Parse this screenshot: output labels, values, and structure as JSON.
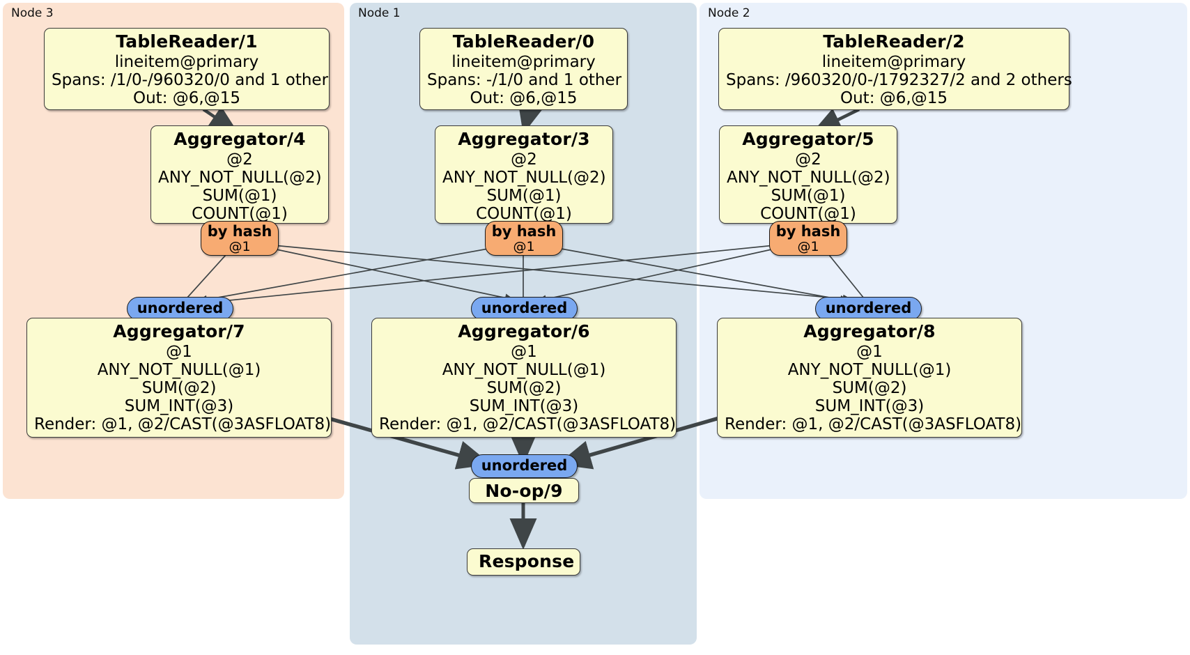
{
  "diagram": {
    "type": "distributed-query-plan",
    "colors": {
      "node3_panel": "#fce3d2",
      "node1_panel": "#d3e0ea",
      "node2_panel": "#eaf1fb",
      "processor_box": "#fbfbd0",
      "hash_pill": "#f7ab72",
      "unordered_pill": "#7aa8f0",
      "edge": "#3f4547"
    }
  },
  "nodes": [
    {
      "id": "node3",
      "label": "Node 3"
    },
    {
      "id": "node1",
      "label": "Node 1"
    },
    {
      "id": "node2",
      "label": "Node 2"
    }
  ],
  "processors": {
    "table_reader_1": {
      "title": "TableReader/1",
      "lines": [
        "lineitem@primary",
        "Spans: /1/0-/960320/0 and 1 other",
        "Out: @6,@15"
      ]
    },
    "table_reader_0": {
      "title": "TableReader/0",
      "lines": [
        "lineitem@primary",
        "Spans: -/1/0 and 1 other",
        "Out: @6,@15"
      ]
    },
    "table_reader_2": {
      "title": "TableReader/2",
      "lines": [
        "lineitem@primary",
        "Spans: /960320/0-/1792327/2 and 2 others",
        "Out: @6,@15"
      ]
    },
    "aggregator_4": {
      "title": "Aggregator/4",
      "lines": [
        "@2",
        "ANY_NOT_NULL(@2)",
        "SUM(@1)",
        "COUNT(@1)"
      ]
    },
    "aggregator_3": {
      "title": "Aggregator/3",
      "lines": [
        "@2",
        "ANY_NOT_NULL(@2)",
        "SUM(@1)",
        "COUNT(@1)"
      ]
    },
    "aggregator_5": {
      "title": "Aggregator/5",
      "lines": [
        "@2",
        "ANY_NOT_NULL(@2)",
        "SUM(@1)",
        "COUNT(@1)"
      ]
    },
    "aggregator_7": {
      "title": "Aggregator/7",
      "lines": [
        "@1",
        "ANY_NOT_NULL(@1)",
        "SUM(@2)",
        "SUM_INT(@3)",
        "Render: @1, @2/CAST(@3ASFLOAT8)"
      ]
    },
    "aggregator_6": {
      "title": "Aggregator/6",
      "lines": [
        "@1",
        "ANY_NOT_NULL(@1)",
        "SUM(@2)",
        "SUM_INT(@3)",
        "Render: @1, @2/CAST(@3ASFLOAT8)"
      ]
    },
    "aggregator_8": {
      "title": "Aggregator/8",
      "lines": [
        "@1",
        "ANY_NOT_NULL(@1)",
        "SUM(@2)",
        "SUM_INT(@3)",
        "Render: @1, @2/CAST(@3ASFLOAT8)"
      ]
    },
    "noop_9": {
      "title": "No-op/9"
    },
    "response": {
      "title": "Response"
    }
  },
  "routers": {
    "hash_left": {
      "label": "by hash",
      "column": "@1"
    },
    "hash_center": {
      "label": "by hash",
      "column": "@1"
    },
    "hash_right": {
      "label": "by hash",
      "column": "@1"
    }
  },
  "synchronizers": {
    "unordered_left": {
      "label": "unordered"
    },
    "unordered_center": {
      "label": "unordered"
    },
    "unordered_right": {
      "label": "unordered"
    },
    "unordered_final": {
      "label": "unordered"
    }
  }
}
